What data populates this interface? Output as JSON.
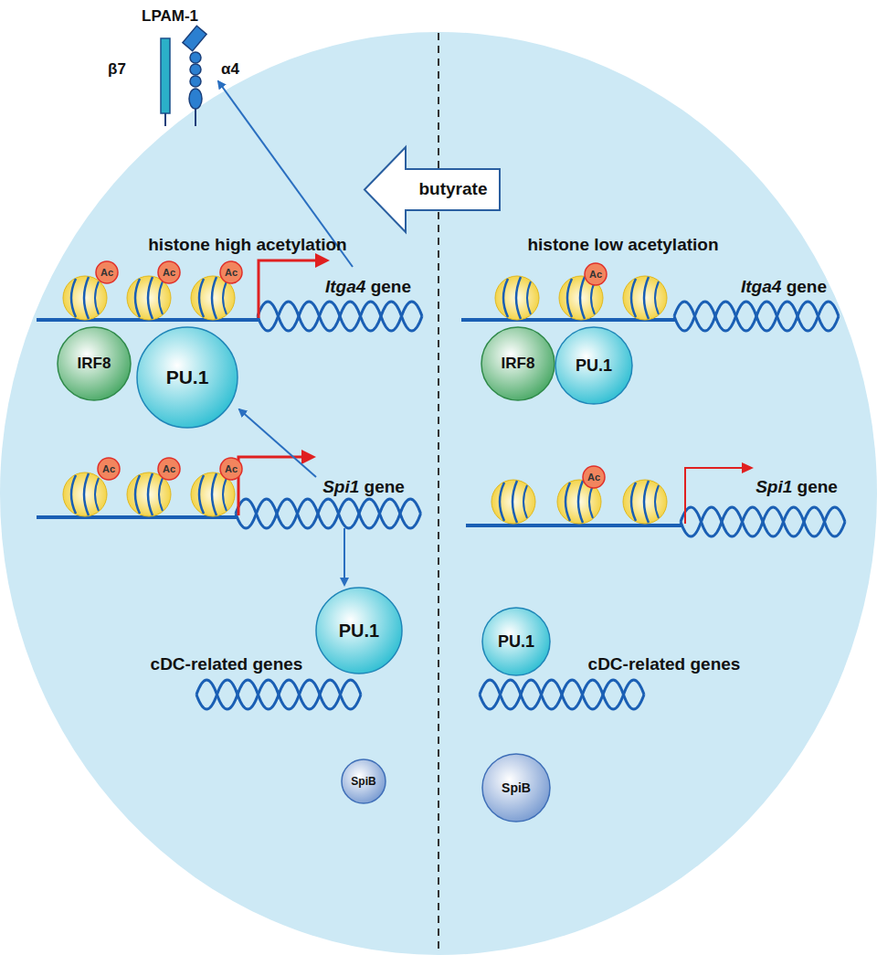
{
  "diagram": {
    "nodes": [
      {
        "text": [
          "butyrate"
        ]
      },
      {
        "text": [
          "Ac"
        ]
      },
      {
        "text": [
          "Ac"
        ]
      },
      {
        "text": [
          "Ac"
        ]
      },
      {
        "text": [
          "Ac"
        ]
      },
      {
        "text": [
          "IRF8"
        ]
      },
      {
        "text": [
          "PU.1"
        ]
      },
      {
        "text": [
          "IRF8"
        ]
      },
      {
        "text": [
          "PU.1"
        ]
      },
      {
        "text": [
          "Ac"
        ]
      },
      {
        "text": [
          "Ac"
        ]
      },
      {
        "text": [
          "Ac"
        ]
      },
      {
        "text": [
          "Ac"
        ]
      },
      {
        "text": [
          "PU.1"
        ]
      },
      {
        "text": [
          "PU.1"
        ]
      },
      {
        "text": [
          "SpiB"
        ]
      },
      {
        "text": [
          "SpiB"
        ]
      }
    ],
    "labels": [
      "LPAM-1",
      "β7",
      "α4",
      "histone high acetylation",
      "histone low acetylation",
      "Itga4 gene",
      "Itga4 gene",
      "Spi1 gene",
      "Spi1 gene",
      "cDC-related genes",
      "cDC-related genes"
    ]
  }
}
